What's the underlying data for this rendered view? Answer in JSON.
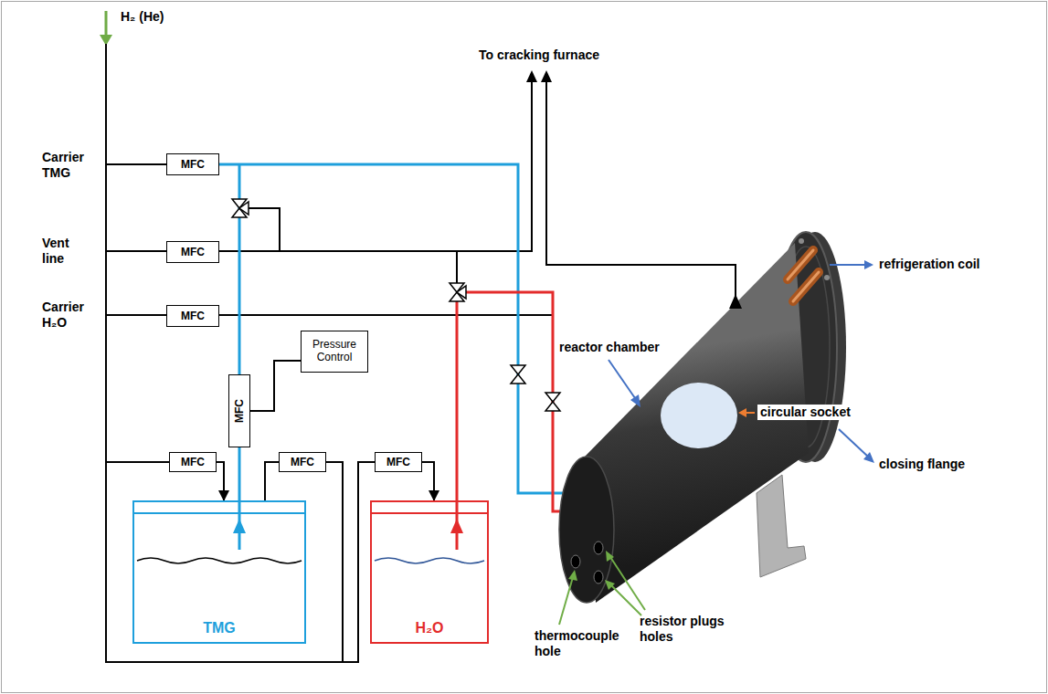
{
  "diagram": {
    "nodes": [
      {
        "text": [
          "MFC"
        ]
      },
      {
        "text": [
          "MFC"
        ]
      },
      {
        "text": [
          "MFC"
        ]
      },
      {
        "text": [
          "Pressure Control"
        ]
      },
      {
        "text": [
          "MFC"
        ]
      },
      {
        "text": [
          "MFC"
        ]
      },
      {
        "text": [
          "MFC"
        ]
      },
      {
        "text": [
          "MFC"
        ]
      },
      {
        "text": [
          "TMG"
        ]
      },
      {
        "text": [
          "H₂O"
        ]
      }
    ],
    "edges": [
      {
        "from": 8,
        "to": 4,
        "arrow": "none"
      },
      {
        "from": 3,
        "to": 4,
        "arrow": "none"
      },
      {
        "from": 5,
        "to": 8,
        "arrow": "to"
      },
      {
        "from": 7,
        "to": 9,
        "arrow": "to"
      }
    ],
    "labels": [
      "H₂ (He)",
      "Carrier TMG",
      "Vent line",
      "Carrier H₂O",
      "To cracking furnace",
      "refrigeration coil",
      "reactor chamber",
      "circular socket",
      "closing flange",
      "thermocouple hole",
      "resistor plugs holes"
    ]
  }
}
